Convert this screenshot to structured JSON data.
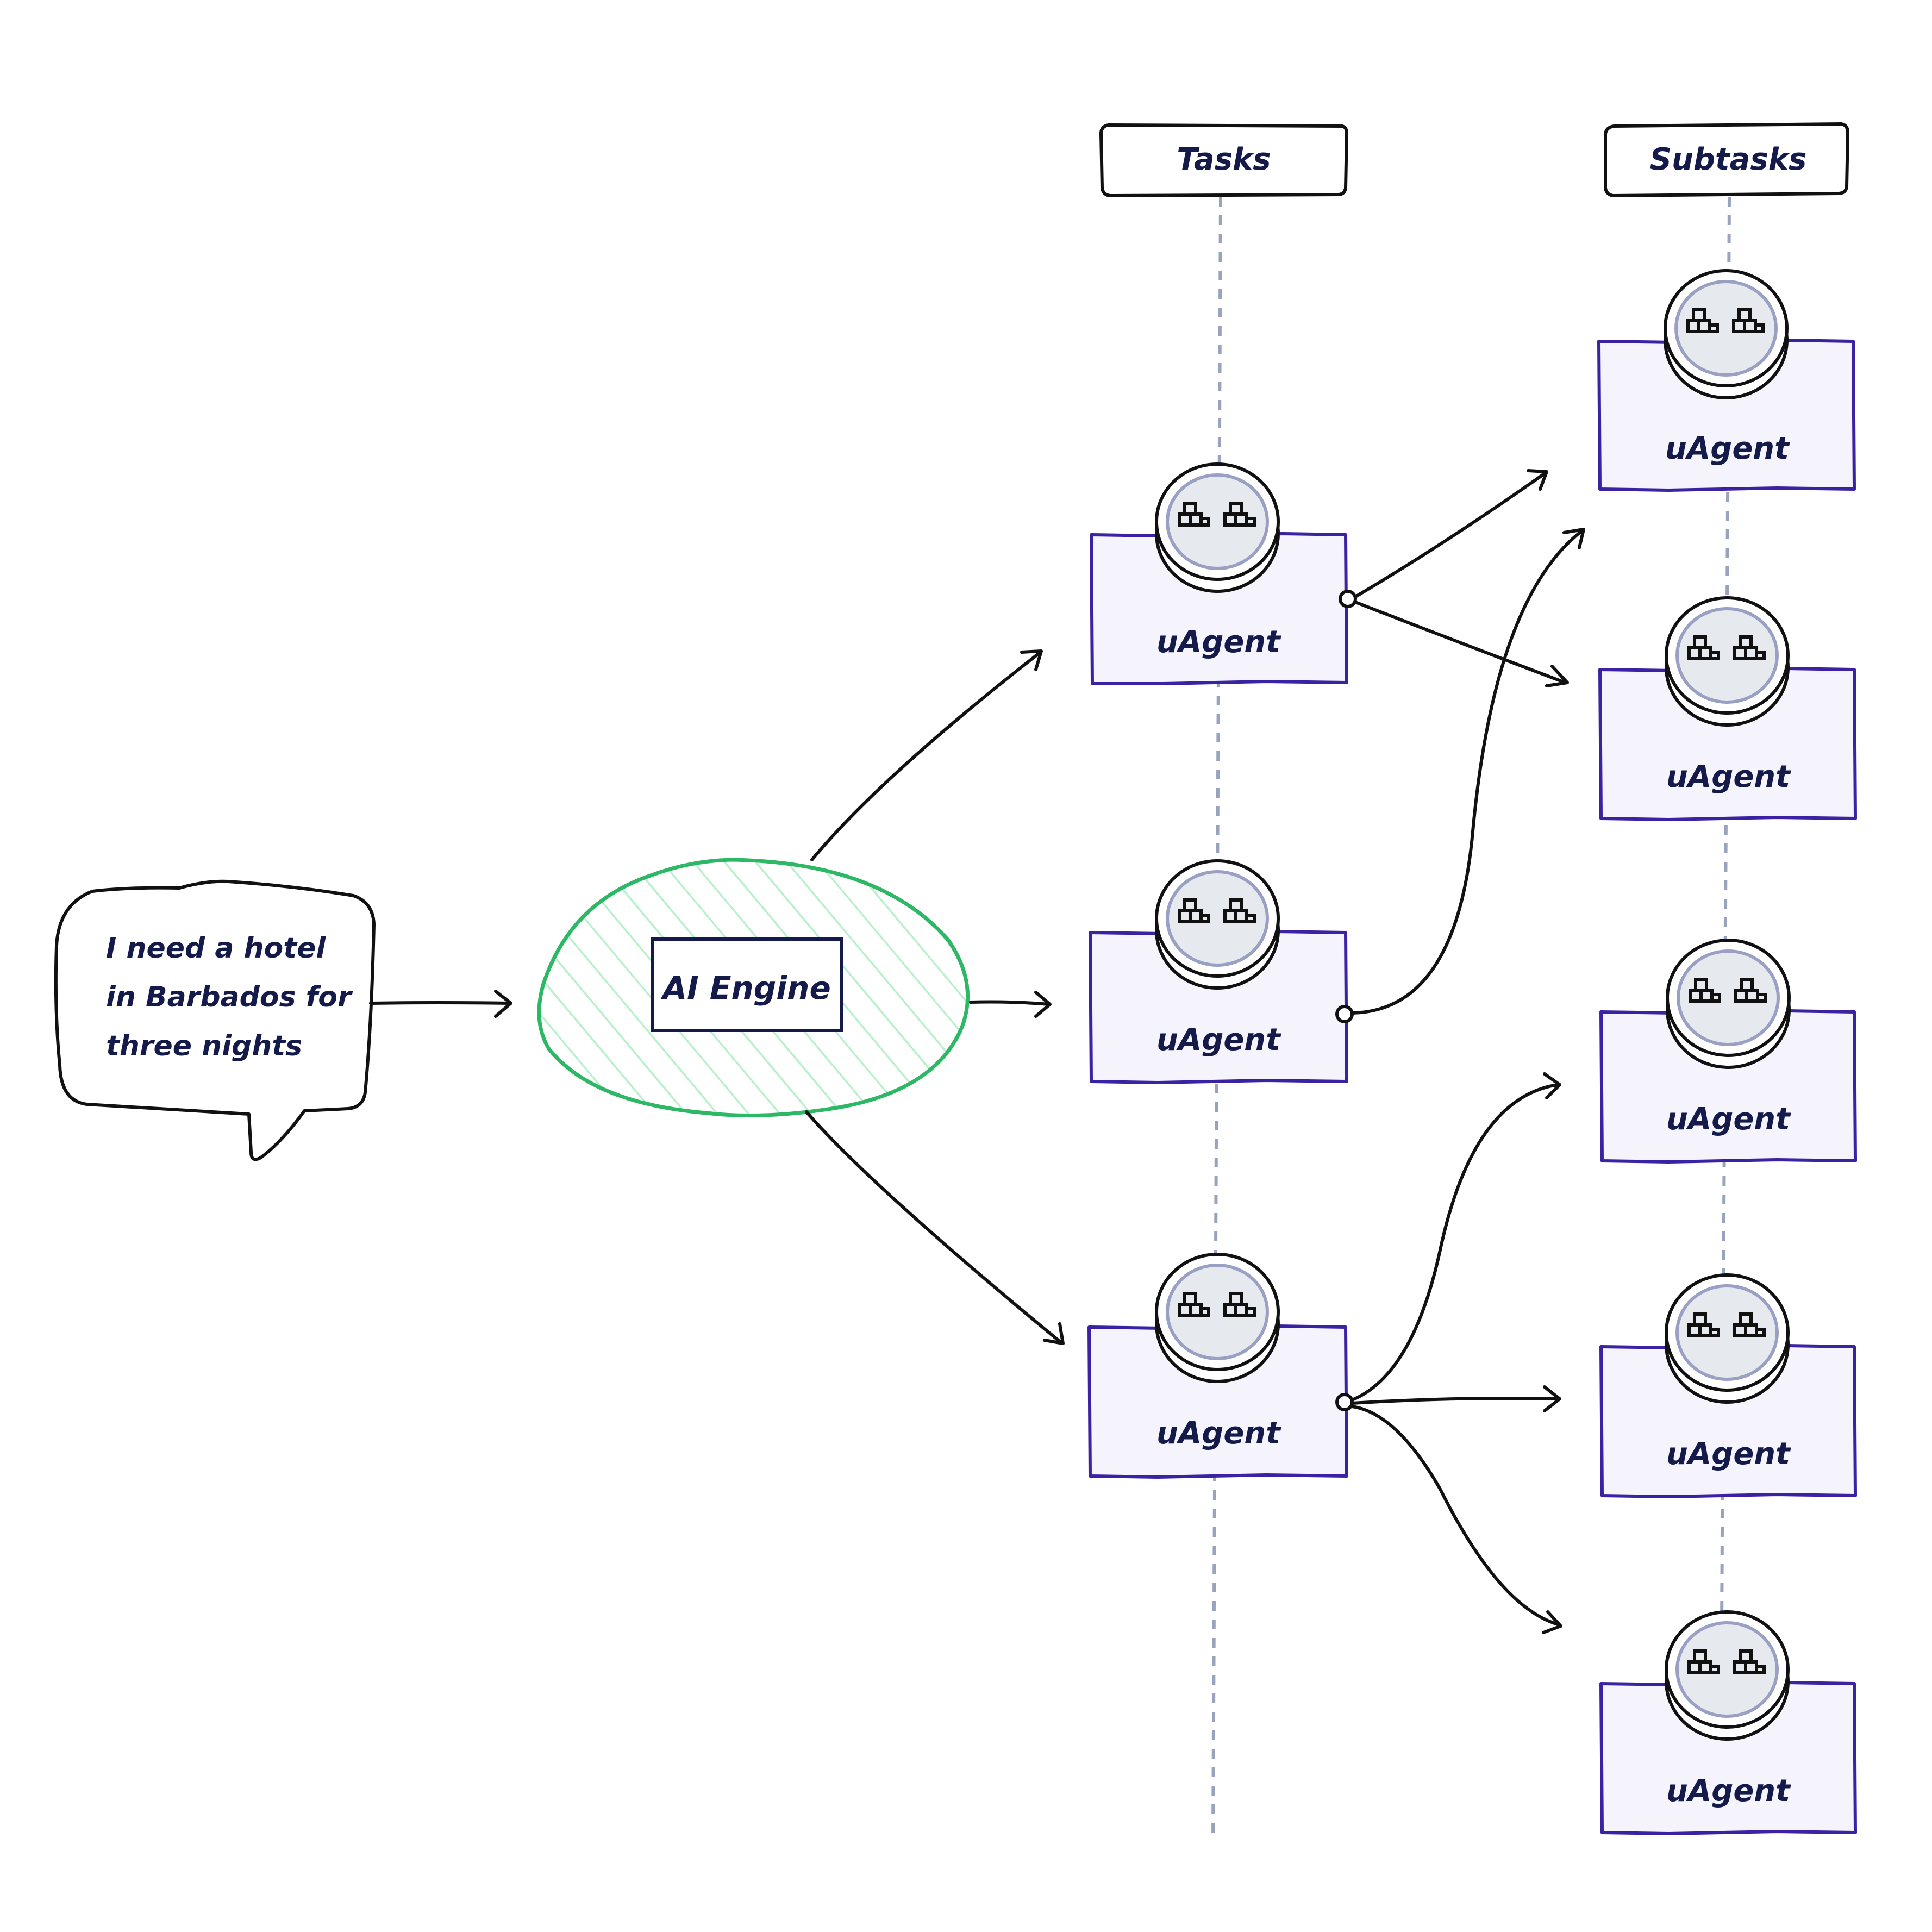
{
  "user_message": {
    "lines": [
      "I need a hotel",
      "in Barbados for",
      "three nights"
    ]
  },
  "engine": {
    "label": "AI Engine",
    "accent": "#2db865",
    "hatch": "#b8f0cc"
  },
  "columns": {
    "tasks": "Tasks",
    "subtasks": "Subtasks"
  },
  "agent_label": "uAgent",
  "agent_icon": "cluster-icon",
  "colors": {
    "agent_border": "#3b22a3",
    "agent_fill": "#f5f4fd",
    "guide": "#9aa3bd"
  },
  "task_agents": [
    {
      "label": "uAgent",
      "subtasks": [
        1,
        2
      ]
    },
    {
      "label": "uAgent",
      "subtasks": [
        1
      ]
    },
    {
      "label": "uAgent",
      "subtasks": [
        3,
        4,
        5
      ]
    }
  ],
  "subtask_agents": [
    {
      "label": "uAgent"
    },
    {
      "label": "uAgent"
    },
    {
      "label": "uAgent"
    },
    {
      "label": "uAgent"
    },
    {
      "label": "uAgent"
    }
  ]
}
